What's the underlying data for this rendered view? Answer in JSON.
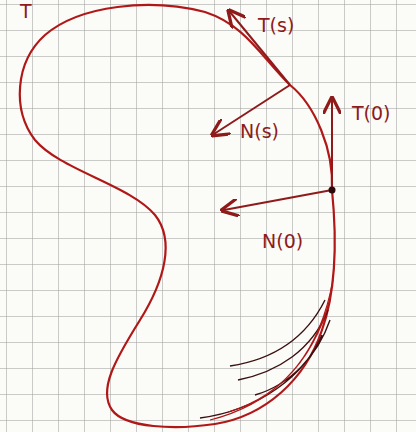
{
  "diagram": {
    "labels": [
      "T",
      "T(s)",
      "N(s)",
      "T(0)",
      "N(0)"
    ]
  }
}
